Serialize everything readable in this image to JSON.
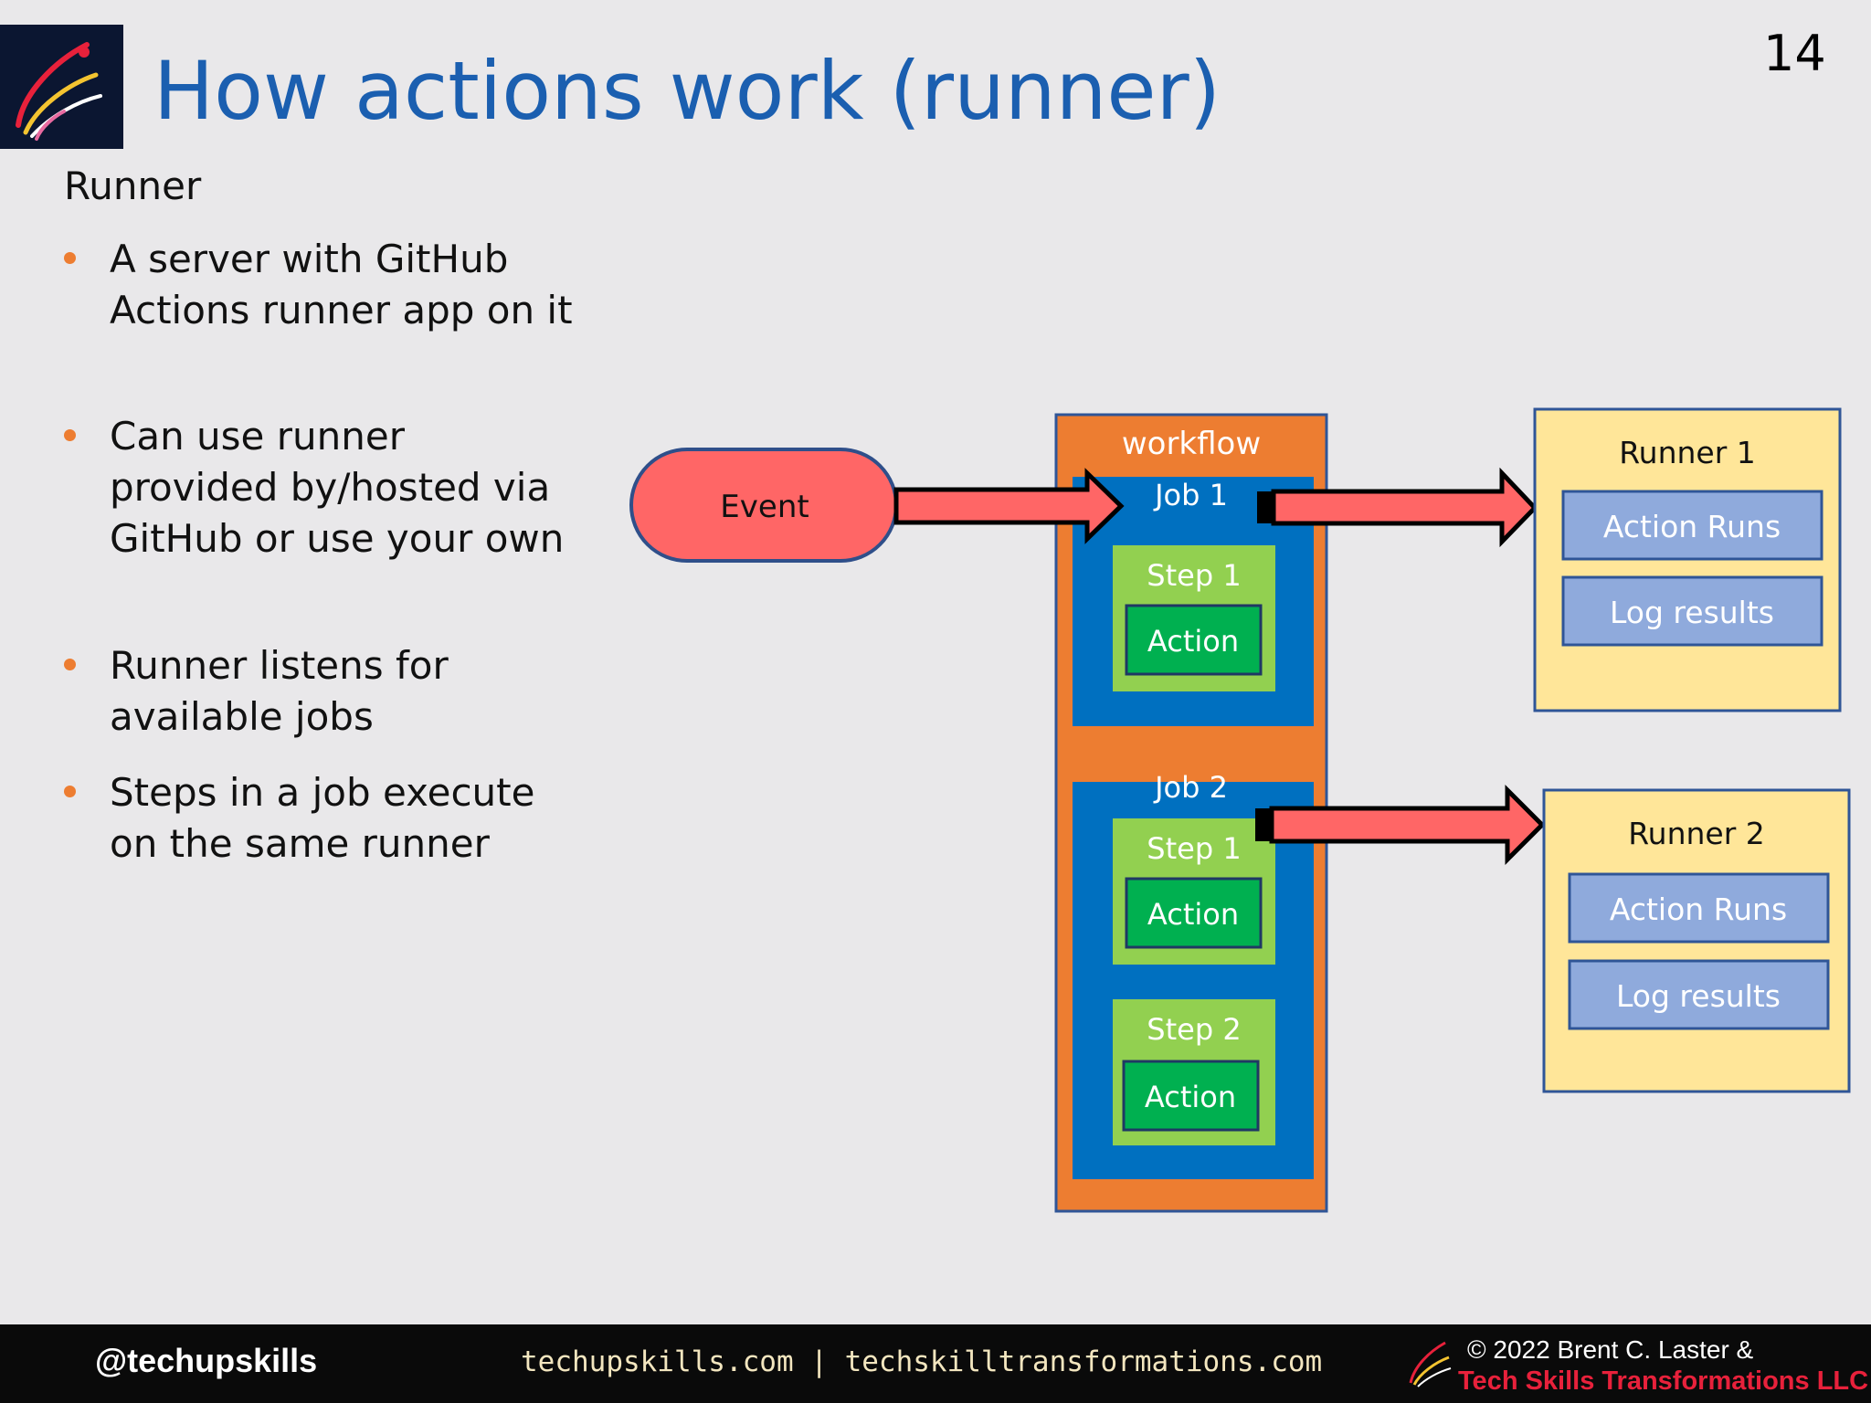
{
  "slide": {
    "title": "How actions work (runner)",
    "page_number": "14"
  },
  "content": {
    "heading": "Runner",
    "bullets": [
      "A server with GitHub Actions runner app on it",
      "Can use runner provided by/hosted via GitHub or use your own",
      "Runner listens for available jobs",
      "Steps in a job execute on the same runner"
    ]
  },
  "diagram": {
    "event": "Event",
    "workflow": {
      "label": "workflow",
      "jobs": [
        {
          "label": "Job 1",
          "steps": [
            {
              "label": "Step 1",
              "action": "Action"
            }
          ]
        },
        {
          "label": "Job 2",
          "steps": [
            {
              "label": "Step 1",
              "action": "Action"
            },
            {
              "label": "Step 2",
              "action": "Action"
            }
          ]
        }
      ]
    },
    "runners": [
      {
        "label": "Runner 1",
        "items": [
          "Action Runs",
          "Log results"
        ]
      },
      {
        "label": "Runner 2",
        "items": [
          "Action Runs",
          "Log results"
        ]
      }
    ],
    "colors": {
      "workflow": "#ed7d31",
      "job": "#0070c0",
      "step": "#92d050",
      "action": "#00b050",
      "event": "#ff6666",
      "arrow": "#ff6666",
      "runner": "#ffe699",
      "runner_item": "#8faadc"
    }
  },
  "footer": {
    "handle": "@techupskills",
    "sites": "techupskills.com | techskilltransformations.com",
    "copyright": "© 2022 Brent C. Laster &",
    "company": "Tech Skills Transformations LLC"
  }
}
